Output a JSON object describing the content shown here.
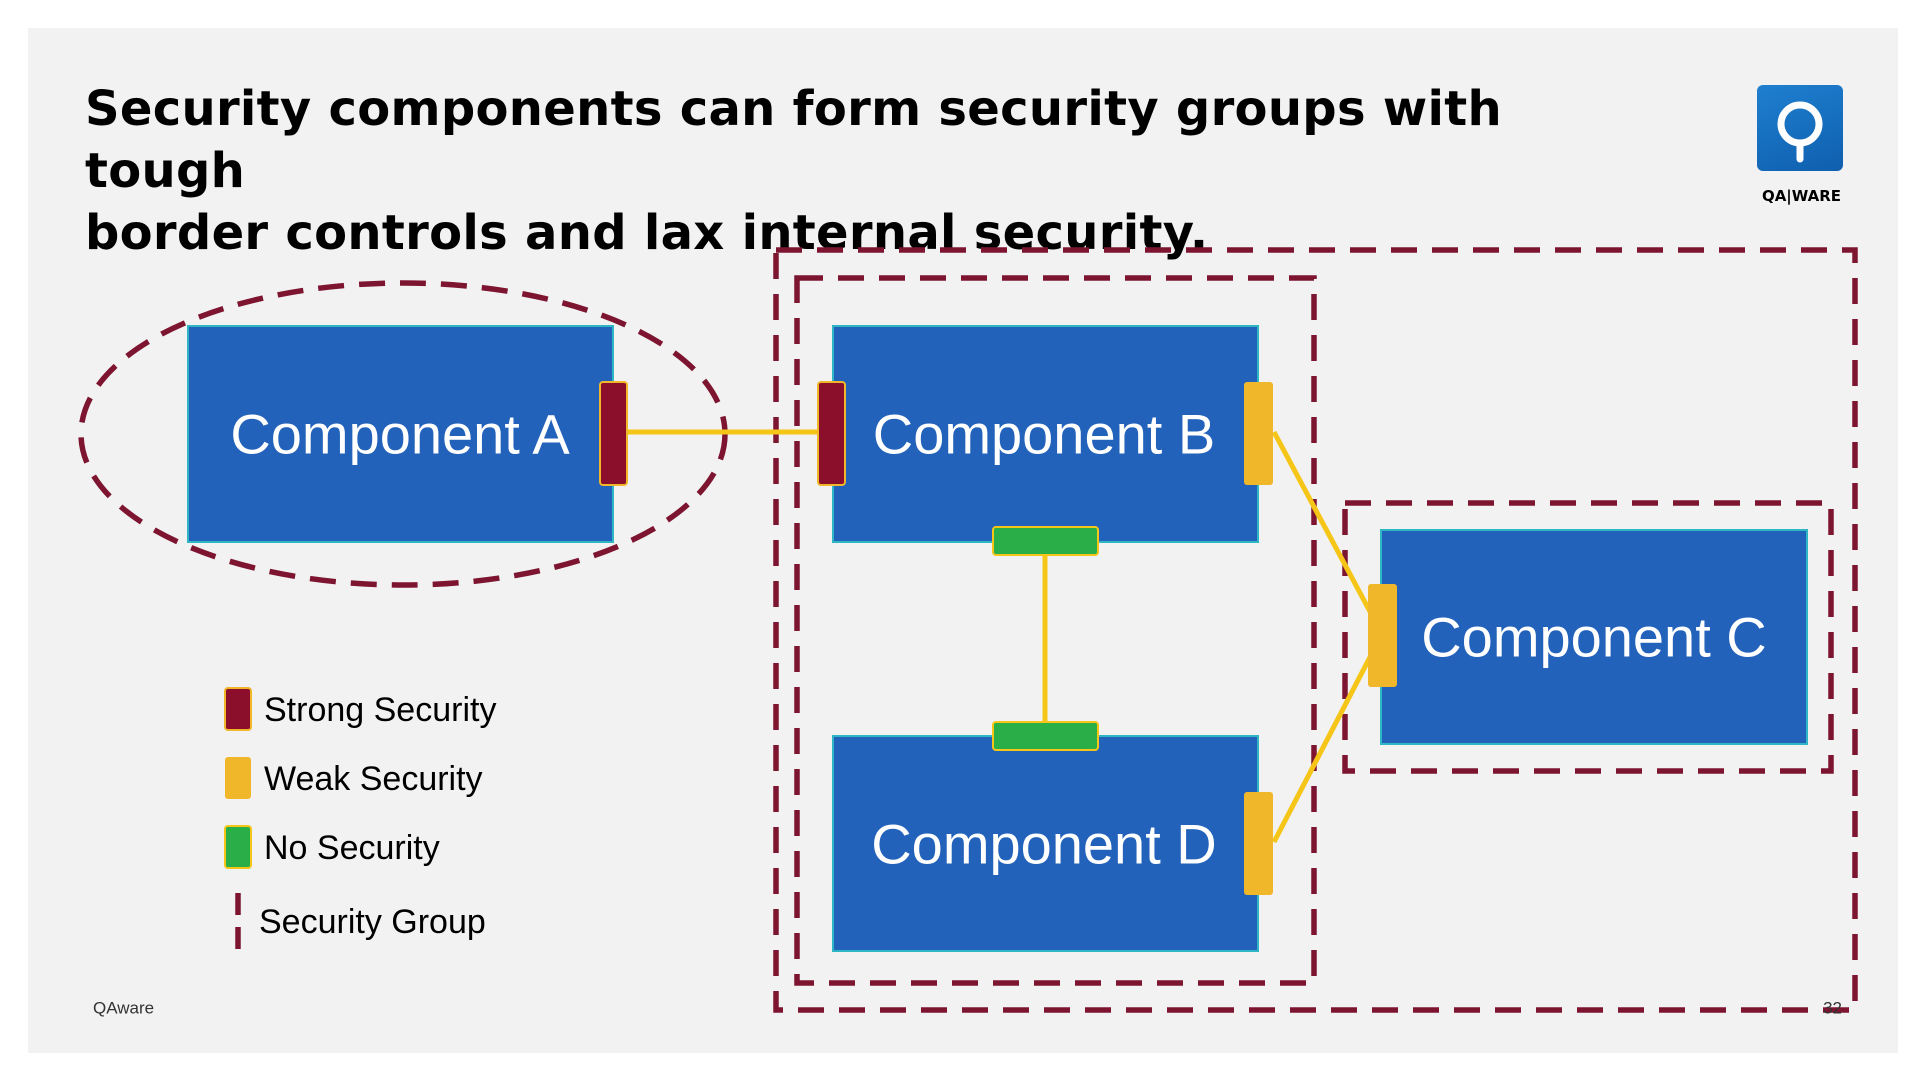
{
  "slide": {
    "title_line1": "Security components can form security groups with tough",
    "title_line2": "border controls and lax internal security.",
    "logo_text": "QA|WARE",
    "footer_left": "QAware",
    "page_number": "32"
  },
  "components": {
    "a": "Component A",
    "b": "Component B",
    "c": "Component C",
    "d": "Component D"
  },
  "legend": {
    "strong": "Strong Security",
    "weak": "Weak Security",
    "none": "No Security",
    "group": "Security Group"
  },
  "colors": {
    "slide_background": "#f2f2f2",
    "component_fill": "#2262ba",
    "component_border": "#2fb6c4",
    "strong_security": "#8b0e2a",
    "weak_security": "#f0b72b",
    "no_security": "#2aae48",
    "connector": "#f5c518",
    "security_group": "#7d1530",
    "logo_blue": "#1572c4"
  },
  "icons": [
    "qaware-logo-icon"
  ]
}
